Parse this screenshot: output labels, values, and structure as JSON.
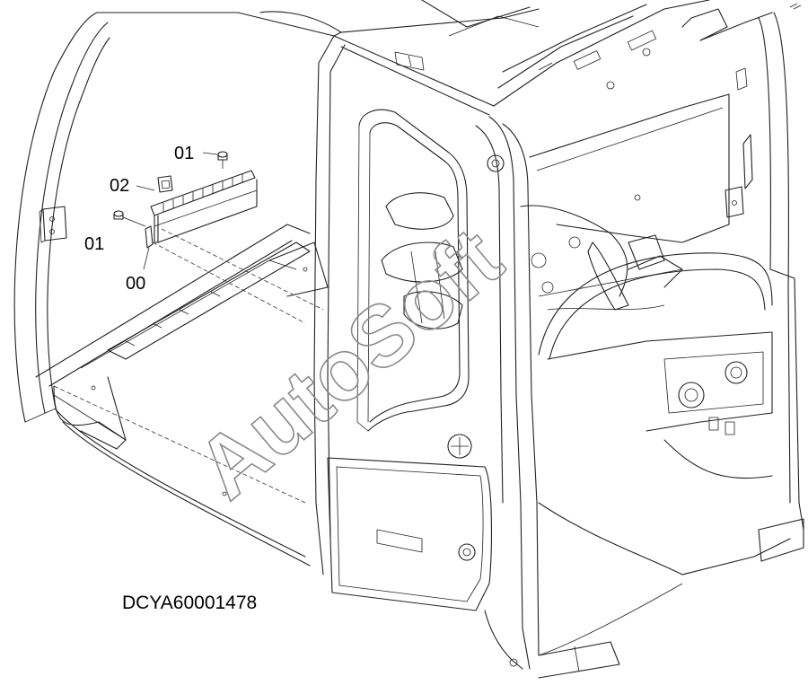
{
  "diagram": {
    "drawing_id": "DCYA60001478",
    "watermark": "AutoSoft",
    "callouts": [
      {
        "label": "01"
      },
      {
        "label": "02"
      },
      {
        "label": "01"
      },
      {
        "label": "00"
      }
    ]
  }
}
